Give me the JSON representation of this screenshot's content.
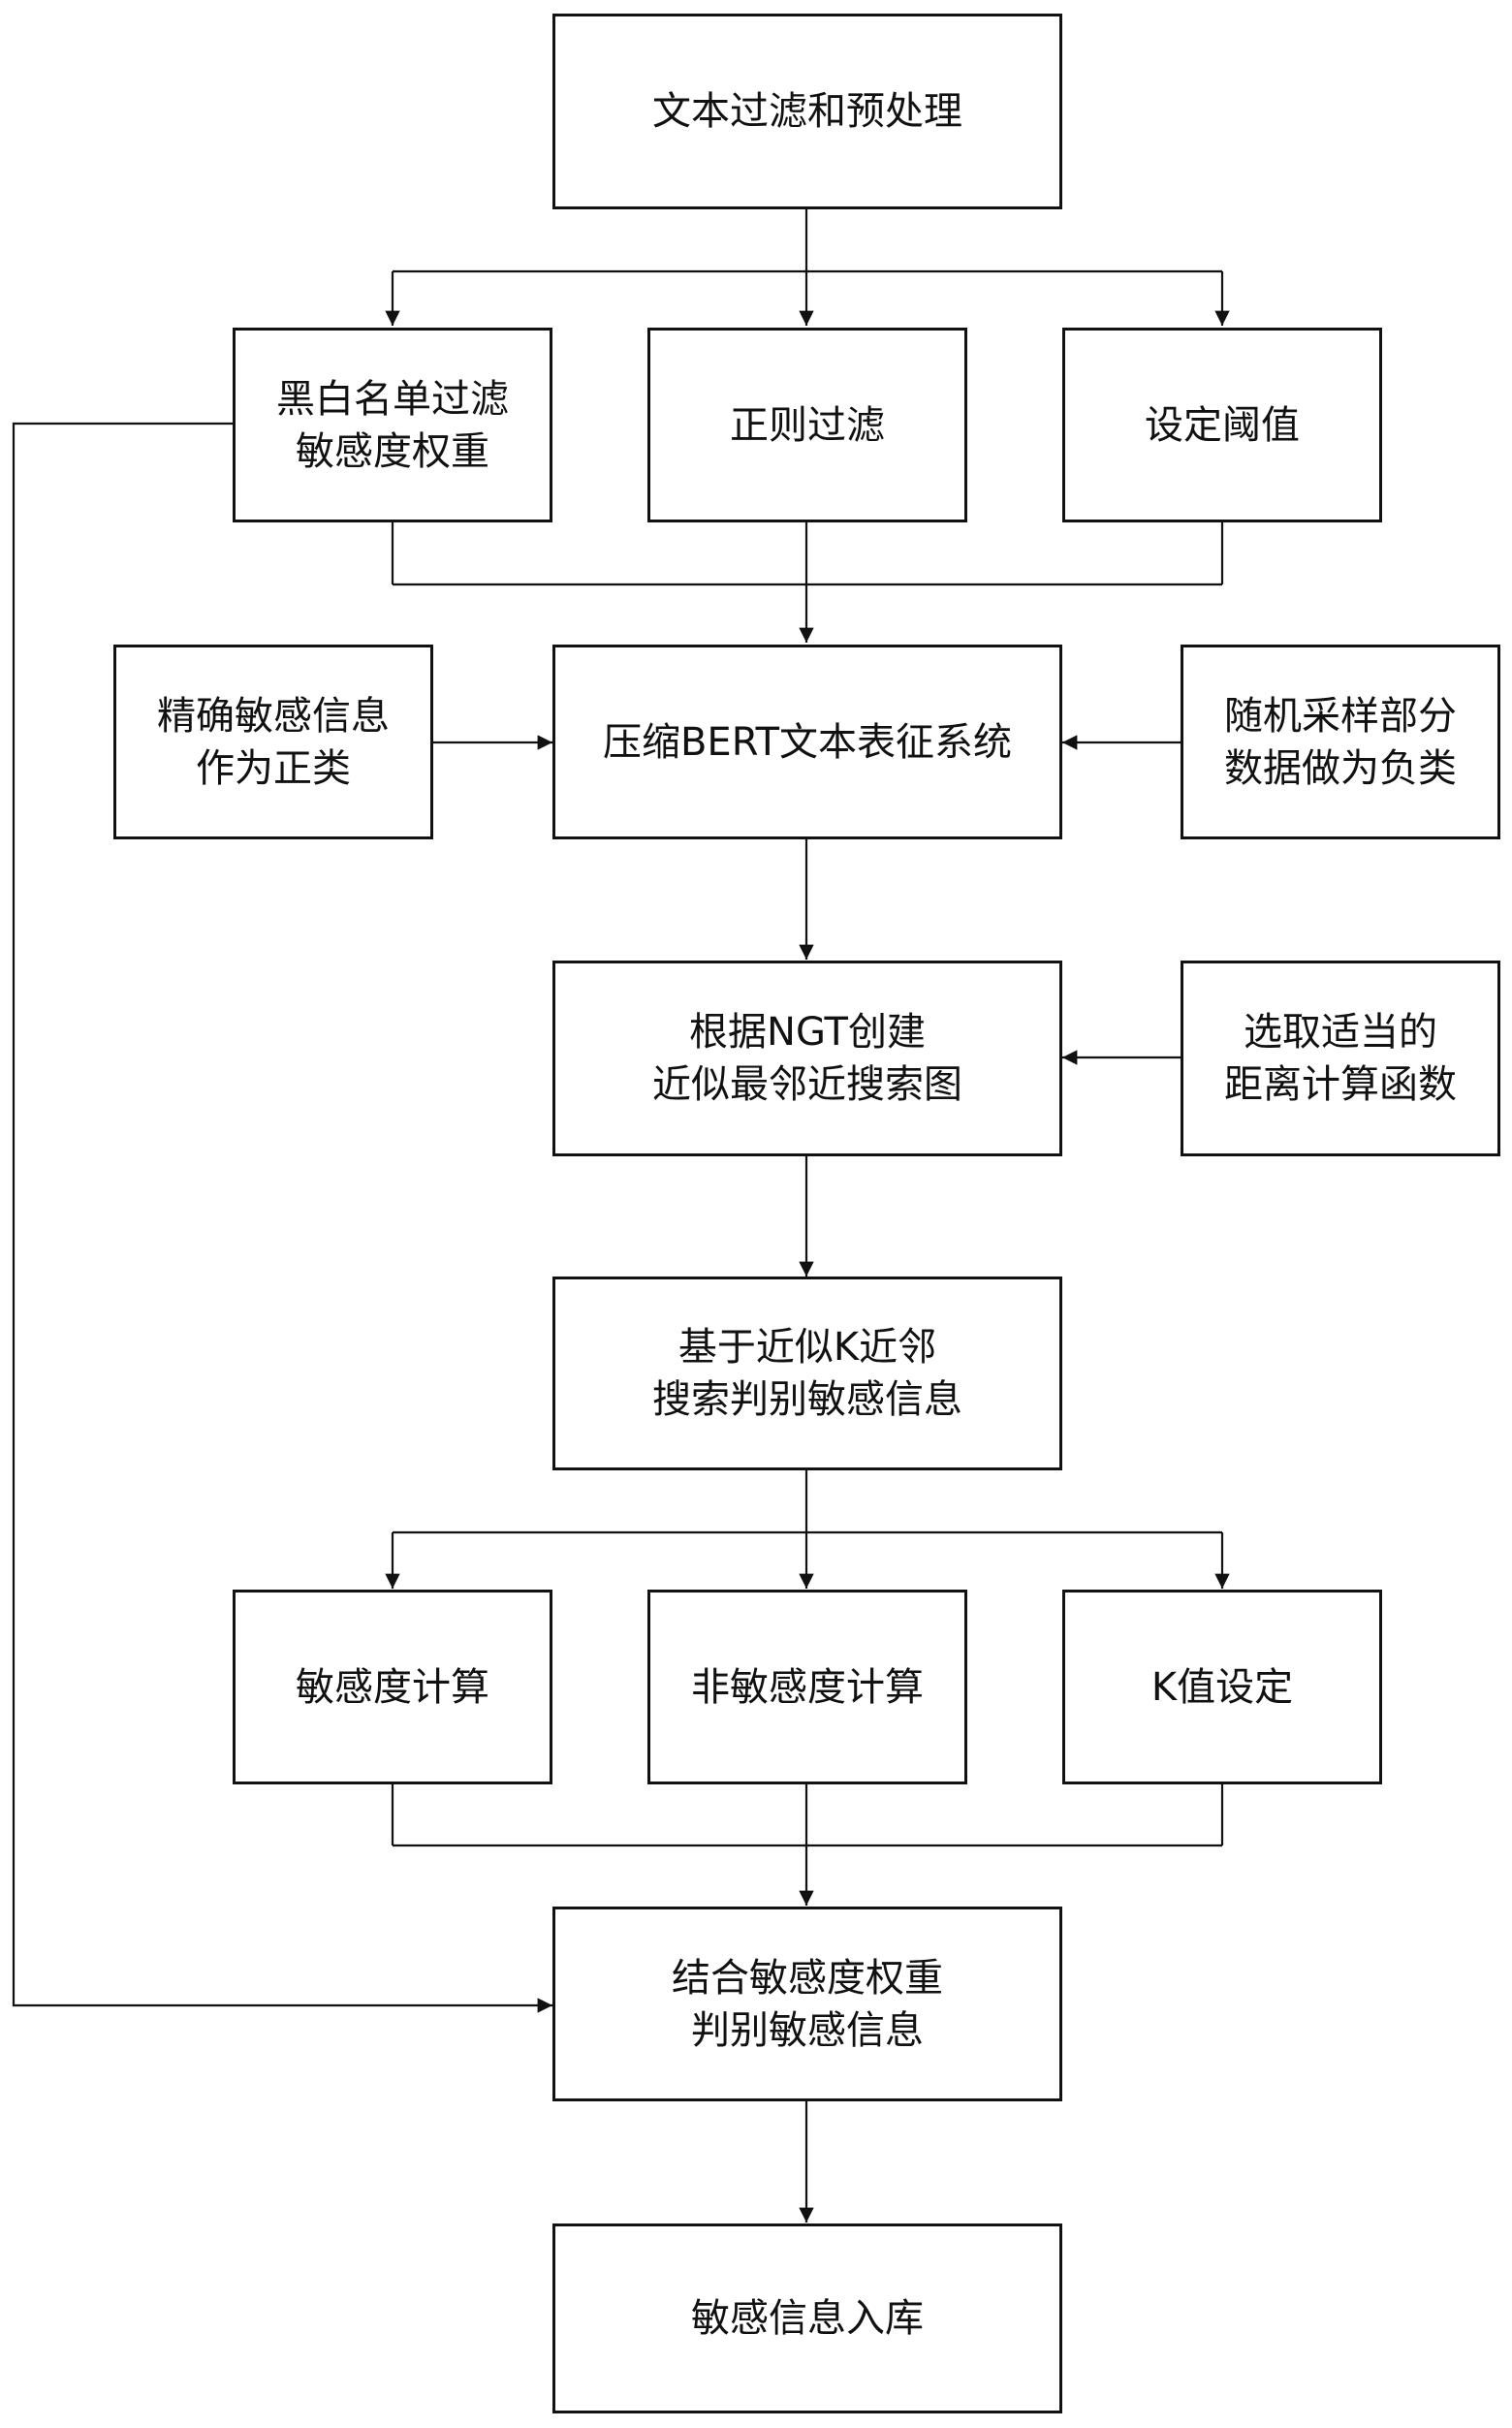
{
  "nodes": {
    "preprocess": {
      "lines": [
        "文本过滤和预处理"
      ]
    },
    "blacklist": {
      "lines": [
        "黑白名单过滤",
        "敏感度权重"
      ]
    },
    "regex": {
      "lines": [
        "正则过滤"
      ]
    },
    "threshold": {
      "lines": [
        "设定阈值"
      ]
    },
    "positive": {
      "lines": [
        "精确敏感信息",
        "作为正类"
      ]
    },
    "bert": {
      "lines": [
        "压缩BERT文本表征系统"
      ]
    },
    "negative": {
      "lines": [
        "随机采样部分",
        "数据做为负类"
      ]
    },
    "ngt": {
      "lines": [
        "根据NGT创建",
        "近似最邻近搜索图"
      ]
    },
    "distance": {
      "lines": [
        "选取适当的",
        "距离计算函数"
      ]
    },
    "knn": {
      "lines": [
        "基于近似K近邻",
        "搜索判别敏感信息"
      ]
    },
    "sensitivity": {
      "lines": [
        "敏感度计算"
      ]
    },
    "nonsensitivity": {
      "lines": [
        "非敏感度计算"
      ]
    },
    "kvalue": {
      "lines": [
        "K值设定"
      ]
    },
    "combine": {
      "lines": [
        "结合敏感度权重",
        "判别敏感信息"
      ]
    },
    "store": {
      "lines": [
        "敏感信息入库"
      ]
    }
  },
  "colors": {
    "stroke": "#111111",
    "background": "#ffffff"
  }
}
